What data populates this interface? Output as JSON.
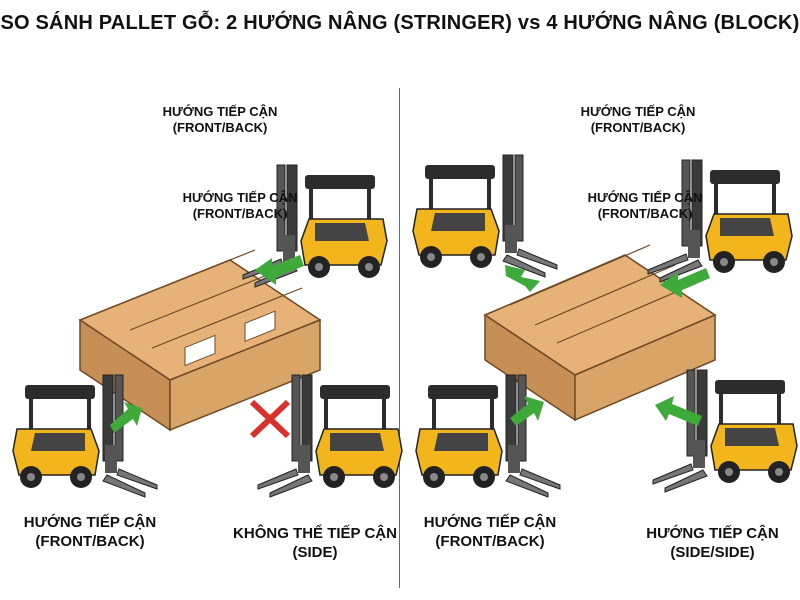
{
  "title": "SO SÁNH PALLET GỖ: 2 HƯỚNG NÂNG (STRINGER) vs 4 HƯỚNG NÂNG (BLOCK)",
  "colors": {
    "wood": "#e6b277",
    "wood_dark": "#b9834a",
    "wood_edge": "#6e4a25",
    "forklift_body": "#f2b51c",
    "forklift_dark": "#2c2c2c",
    "arrow_green": "#3daa3a",
    "cross_red": "#d8322a"
  },
  "left_panel": {
    "label_top": {
      "line1": "HƯỚNG TIẾP CẬN",
      "line2": "(FRONT/BACK)"
    },
    "label_mid": {
      "line1": "HƯỚNG TIẾP CẬN",
      "line2": "(FRONT/BACK)"
    },
    "label_bottom_left": {
      "line1": "HƯỚNG TIẾP CẬN",
      "line2": "(FRONT/BACK)"
    },
    "label_bottom_right": {
      "line1": "KHÔNG THỂ TIẾP CẬN",
      "line2": "(SIDE)"
    }
  },
  "right_panel": {
    "label_top": {
      "line1": "HƯỚNG TIẾP CẬN",
      "line2": "(FRONT/BACK)"
    },
    "label_mid": {
      "line1": "HƯỚNG TIẾP CẬN",
      "line2": "(FRONT/BACK)"
    },
    "label_bottom_left": {
      "line1": "HƯỚNG TIẾP CẬN",
      "line2": "(FRONT/BACK)"
    },
    "label_bottom_right": {
      "line1": "HƯỚNG TIẾP CẬN",
      "line2": "(SIDE/SIDE)"
    }
  },
  "icons": [
    "forklift-icon",
    "pallet-icon",
    "arrow-icon",
    "cross-icon"
  ]
}
